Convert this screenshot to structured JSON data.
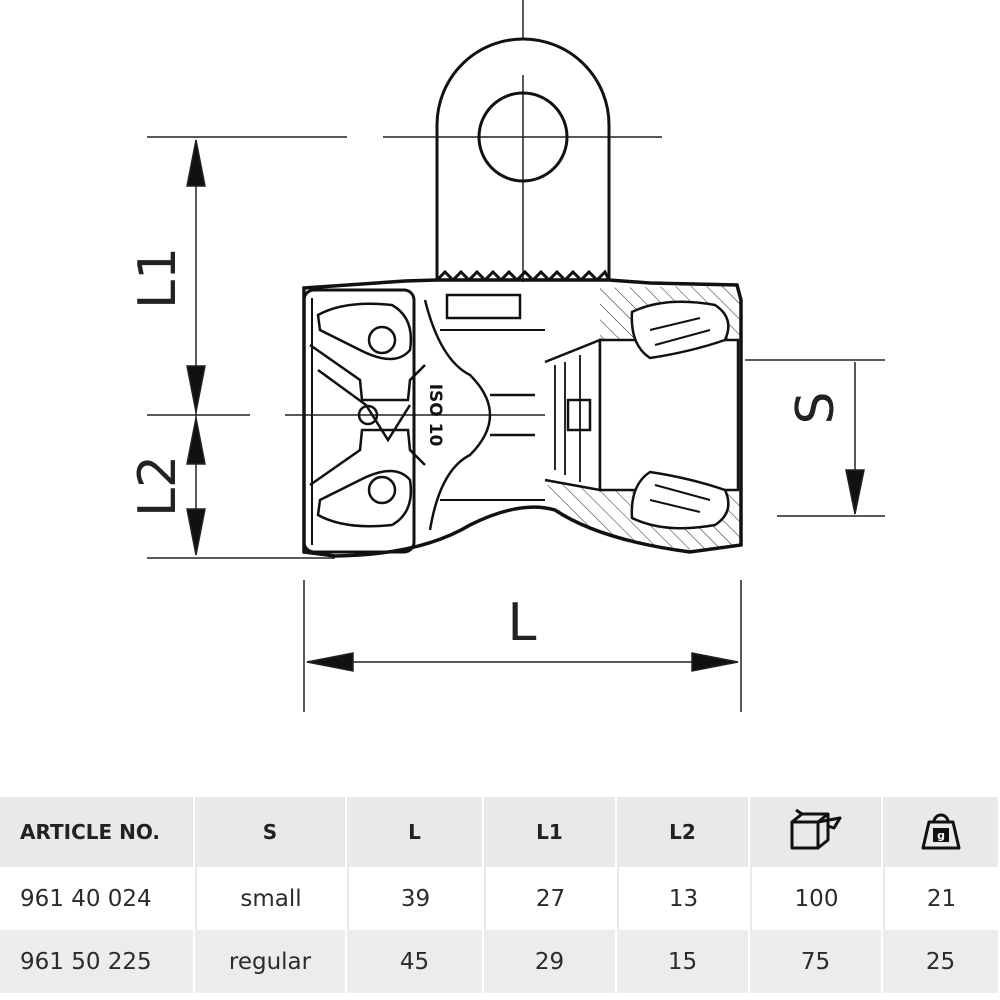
{
  "drawing": {
    "dimension_labels": {
      "l1": "L1",
      "l2": "L2",
      "l": "L",
      "s": "S"
    },
    "part_marking": "ISO 10"
  },
  "table": {
    "headers": {
      "article_no": "ARTICLE NO.",
      "s": "S",
      "l": "L",
      "l1": "L1",
      "l2": "L2",
      "package_icon": "box-icon",
      "weight_icon": "weight-icon",
      "weight_icon_text": "g"
    },
    "rows": [
      {
        "article_no": "961 40 024",
        "s": "small",
        "l": "39",
        "l1": "27",
        "l2": "13",
        "package": "100",
        "weight": "21"
      },
      {
        "article_no": "961 50 225",
        "s": "regular",
        "l": "45",
        "l1": "29",
        "l2": "15",
        "package": "75",
        "weight": "25"
      }
    ]
  }
}
